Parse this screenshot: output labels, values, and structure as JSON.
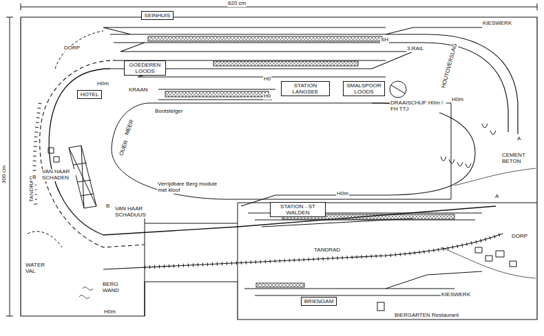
{
  "diagram": {
    "nodes": [
      {
        "text": [
          "SEINHUIS"
        ]
      },
      {
        "text": [
          "GOEDEREN LOODS"
        ]
      },
      {
        "text": [
          "STATION LANGSEE"
        ]
      },
      {
        "text": [
          "SMALSPOOR LOODS"
        ]
      },
      {
        "text": [
          "HOTEL"
        ]
      },
      {
        "text": [
          "STATION - ST WALDEN"
        ]
      },
      {
        "text": [
          "BRIENGAM"
        ]
      }
    ],
    "labels": [
      "620 cm",
      "300 cm",
      "KIESWERK",
      "SH",
      "3.RAIL",
      "HOUTOVERSLAG",
      "KRAAN",
      "H0m",
      "H0",
      "H0",
      "H0m",
      "DRAAISCHIJF H0m / FH TTJ",
      "DORP",
      "Bootsteiger",
      "OUER",
      "MEER",
      "TANDRAD",
      "B",
      "VAN HAAR SCHADEN",
      "B",
      "VAN HAAR SCHADUUS",
      "A",
      "CEMENT BETON",
      "A",
      "Verrijdbare Berg module met kloof",
      "TANDRAD",
      "DORP",
      "KIESWERK",
      "BIERGARTEN Restaurant",
      "H0m",
      "H0m",
      "WATER VAL",
      "BERG WAND"
    ]
  }
}
